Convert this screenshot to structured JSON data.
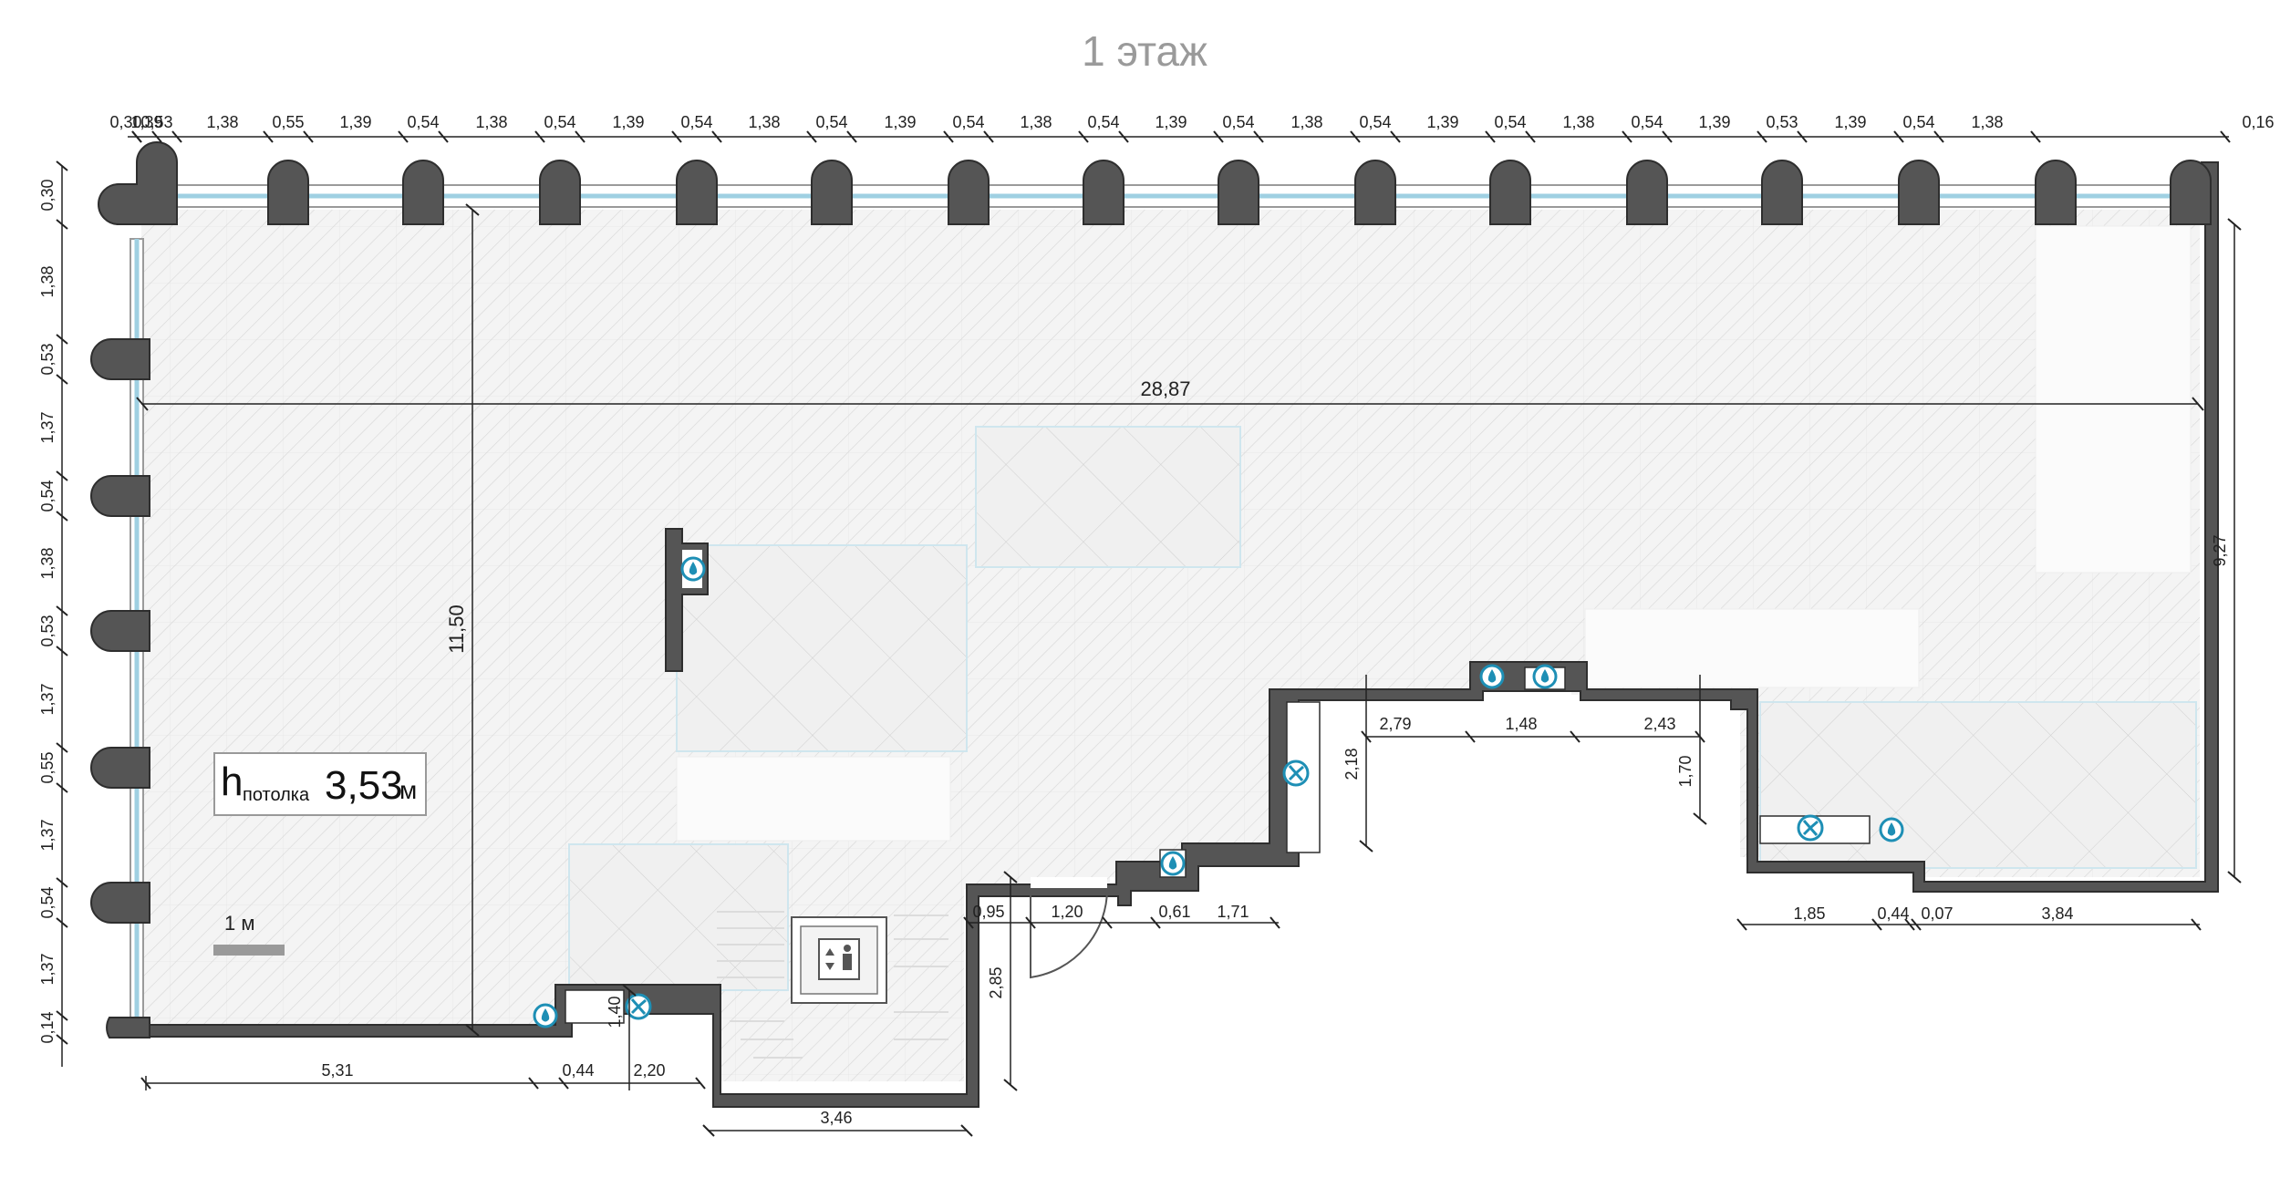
{
  "title": "1 этаж",
  "ceiling": {
    "letter": "h",
    "sub": "потолка",
    "value": "3,53",
    "unit": "м"
  },
  "scale": {
    "label": "1 м"
  },
  "top_dimensions": [
    "0,30",
    "1,39",
    "0,53",
    "1,38",
    "0,55",
    "1,39",
    "0,54",
    "1,38",
    "0,54",
    "1,39",
    "0,54",
    "1,38",
    "0,54",
    "1,39",
    "0,54",
    "1,38",
    "0,54",
    "1,39",
    "0,54",
    "1,38",
    "0,54",
    "1,39",
    "0,54",
    "1,38",
    "0,54",
    "1,39",
    "0,53",
    "1,39",
    "0,54",
    "1,38",
    "0,16"
  ],
  "left_dimensions": [
    "0,30",
    "1,38",
    "0,53",
    "1,37",
    "0,54",
    "1,38",
    "0,53",
    "1,37",
    "0,55",
    "1,37",
    "0,54",
    "1,37",
    "0,14"
  ],
  "overall_width": "28,87",
  "overall_height_left": "11,50",
  "overall_height_right": "9,27",
  "bottom_dimensions": [
    "5,31",
    "0,44",
    "2,20"
  ],
  "stair_width": "3,46",
  "stair_height": "2,85",
  "small_height": "1,40",
  "door_dimensions": [
    "0,95",
    "1,20",
    "0,61",
    "1,71"
  ],
  "niche_dimensions": [
    "2,79",
    "1,48",
    "2,43"
  ],
  "niche_height_left": "2,18",
  "niche_height_right": "1,70",
  "right_bottom_dimensions": [
    "1,85",
    "0,44",
    "0,07",
    "3,84"
  ],
  "colors": {
    "wall": "#555555",
    "wall_stroke": "#2e2e2e",
    "glass": "#b9dcea",
    "icon": "#1e8fb5",
    "title": "#9a9a9a"
  },
  "icons": [
    "water-drop-icon",
    "fan-icon",
    "elevator-icon"
  ]
}
